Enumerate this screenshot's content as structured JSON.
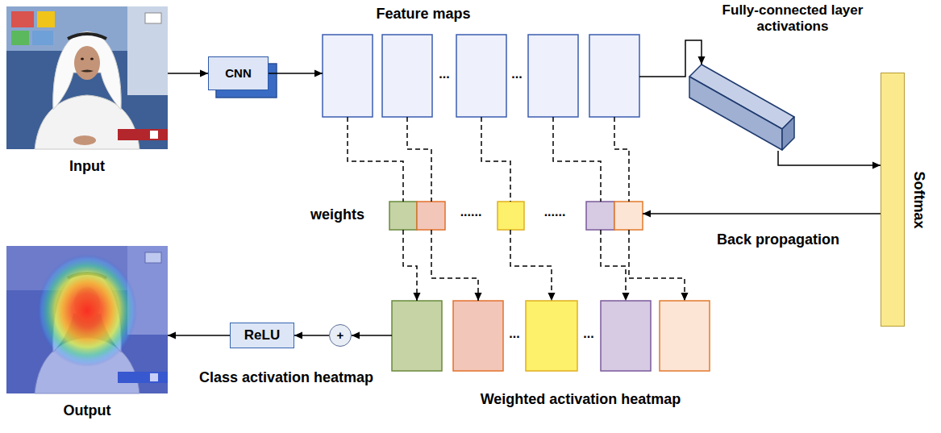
{
  "diagram": {
    "nodes": [
      {
        "text": [
          "Input"
        ]
      },
      {
        "text": [
          "CNN"
        ]
      },
      {
        "text": [
          "Feature maps"
        ]
      },
      {
        "text": [
          "Fully-connected layer activations"
        ]
      },
      {
        "text": [
          "Softmax"
        ]
      },
      {
        "text": [
          "weights"
        ]
      },
      {
        "text": [
          "Weighted activation heatmap"
        ]
      },
      {
        "text": [
          "+"
        ]
      },
      {
        "text": [
          "ReLU"
        ]
      },
      {
        "text": [
          "Output"
        ]
      }
    ],
    "edges": [
      {
        "from": 0,
        "to": 1,
        "arrow": "to"
      },
      {
        "from": 1,
        "to": 2,
        "arrow": "to"
      },
      {
        "from": 2,
        "to": 3,
        "arrow": "to"
      },
      {
        "from": 3,
        "to": 4,
        "arrow": "to"
      },
      {
        "from": 4,
        "to": 5,
        "label": "Back propagation",
        "arrow": "to"
      },
      {
        "from": 2,
        "to": 5,
        "arrow": "none"
      },
      {
        "from": 5,
        "to": 6,
        "arrow": "to"
      },
      {
        "from": 6,
        "to": 7,
        "arrow": "to"
      },
      {
        "from": 7,
        "to": 8,
        "arrow": "to"
      },
      {
        "from": 8,
        "to": 9,
        "arrow": "to"
      }
    ],
    "labels": [
      "...",
      "...",
      "......",
      "......",
      "...",
      "...",
      "Class activation heatmap"
    ]
  }
}
